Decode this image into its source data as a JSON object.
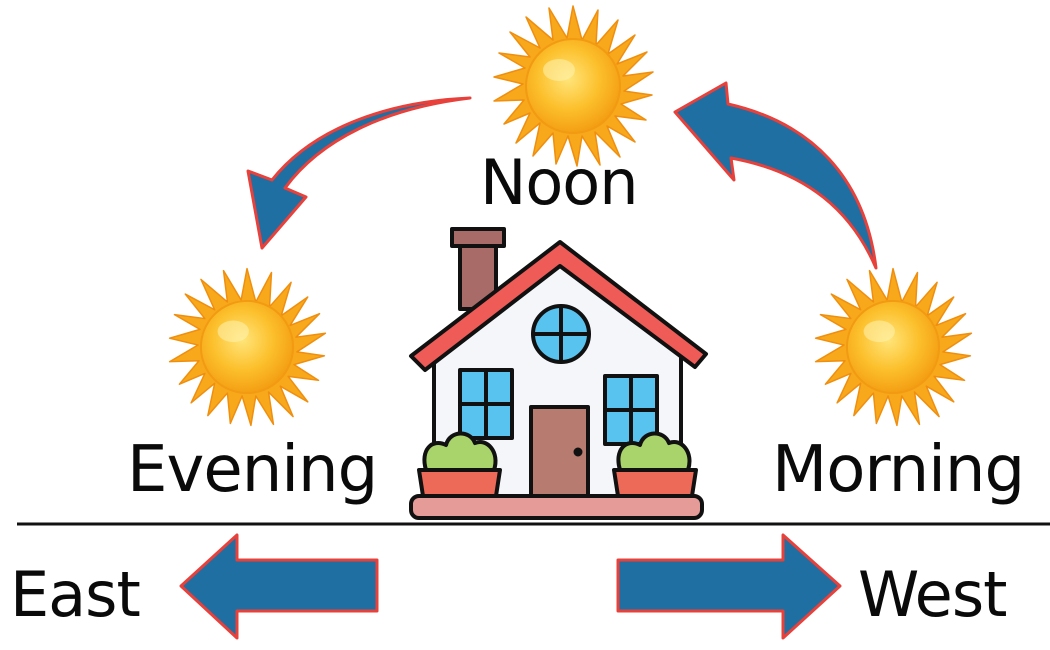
{
  "labels": {
    "noon": "Noon",
    "evening": "Evening",
    "morning": "Morning",
    "east": "East",
    "west": "West"
  },
  "icons": {
    "sun": "sun-icon",
    "house": "house-icon",
    "path_arrow": "curved-arrow",
    "direction_arrow": "direction-arrow"
  },
  "colors": {
    "arrow_fill": "#1f6fa3",
    "arrow_outline": "#e8403a",
    "sun_core": "#fbb21e",
    "sun_rays": "#f7a81b",
    "roof": "#ef5b57",
    "walls": "#f4f6fa",
    "window": "#58c3ee",
    "door": "#b87b6f",
    "chimney": "#a86b68",
    "bush": "#a9d36b",
    "pot": "#ec6a57",
    "ground": "#111111"
  }
}
